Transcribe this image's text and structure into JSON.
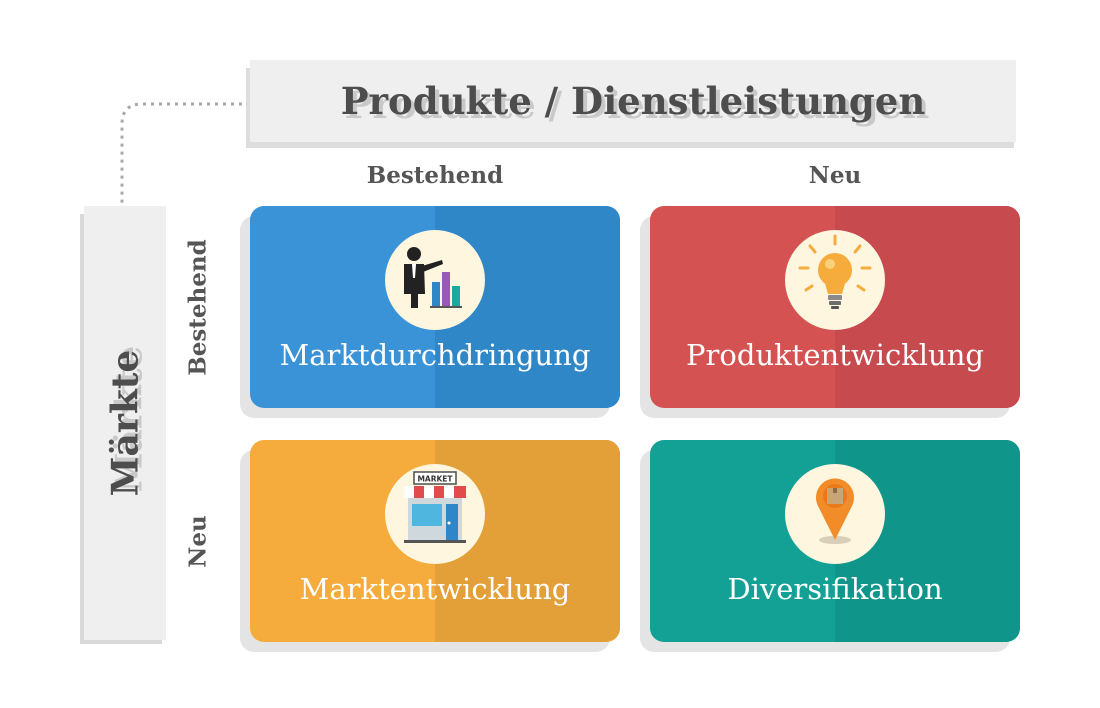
{
  "header": {
    "title": "Produkte / Dienstleistungen"
  },
  "side": {
    "title": "Märkte"
  },
  "columns": {
    "existing": "Bestehend",
    "new": "Neu"
  },
  "rows": {
    "existing": "Bestehend",
    "new": "Neu"
  },
  "cards": {
    "market_penetration": {
      "label": "Marktdurchdringung",
      "color": "#3a93d6",
      "color_dark": "#2f87c8",
      "icon": "presenter-chart-icon"
    },
    "product_development": {
      "label": "Produktentwicklung",
      "color": "#d45252",
      "color_dark": "#c64a4e",
      "icon": "lightbulb-icon"
    },
    "market_development": {
      "label": "Marktentwicklung",
      "color": "#f6ac3c",
      "color_dark": "#e39f38",
      "icon": "market-shop-icon",
      "shop_sign": "MARKET"
    },
    "diversification": {
      "label": "Diversifikation",
      "color": "#14a195",
      "color_dark": "#10958a",
      "icon": "location-pin-icon"
    }
  }
}
